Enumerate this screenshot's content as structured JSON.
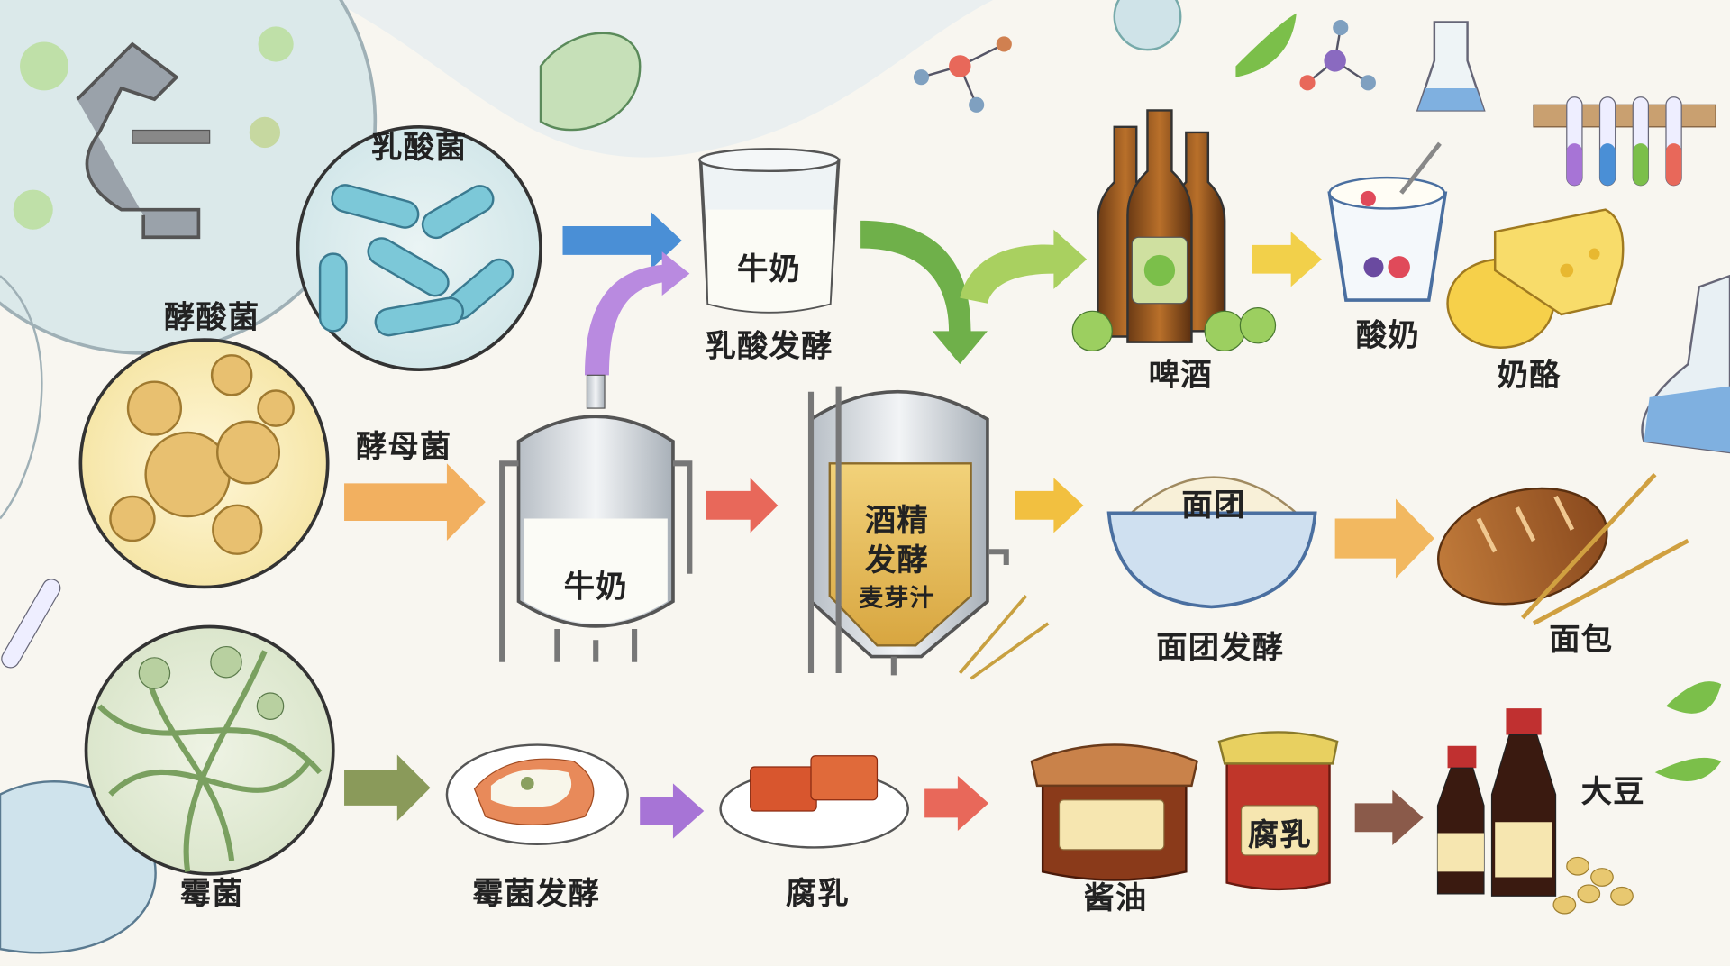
{
  "microbes": {
    "lactic": "乳酸菌",
    "acetic": "酵酸菌",
    "yeast": "酵母菌",
    "mold": "霉菌"
  },
  "dairy": {
    "beaker_label": "牛奶",
    "process": "乳酸发酵",
    "yogurt": "酸奶",
    "cheese": "奶酪"
  },
  "brewing": {
    "tank_label": "牛奶",
    "fermenter_line1": "酒精",
    "fermenter_line2": "发酵",
    "fermenter_sub": "麦芽汁",
    "beer": "啤酒"
  },
  "baking": {
    "dough": "面团",
    "process": "面团发酵",
    "bread": "面包"
  },
  "mold_chain": {
    "process": "霉菌发酵",
    "tofu": "腐乳",
    "soy_sauce": "酱油",
    "jar_label": "腐乳",
    "soybean": "大豆"
  },
  "colors": {
    "arrow_blue": "#4a8fd6",
    "arrow_green": "#7bbf4a",
    "arrow_orange": "#f2a64a",
    "arrow_red": "#e8685a",
    "arrow_purple": "#a774d6",
    "arrow_olive": "#8a9a5a",
    "arrow_brown": "#8a5a4a"
  }
}
